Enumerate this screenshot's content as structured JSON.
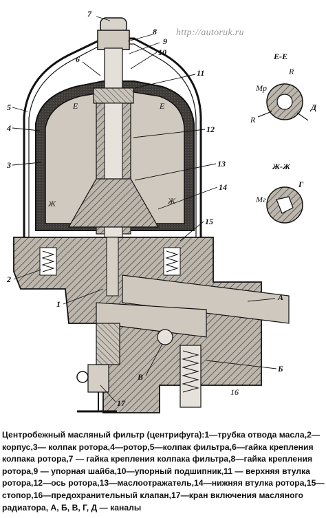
{
  "watermark": "http://autoruk.ru",
  "caption": "Центробежный масляный фильтр (центрифуга):1—трубка отвода масла,2— корпус,3— колпак ротора,4—ротор,5—колпак фильтра,6—гайка крепления колпака ротора,7 — гайка крепления колпака фильтра,8—гайка крепления ротора,9 — упорная шайба,10—упорный подшипник,11 — верхняя втулка ротора,12—ось ротора,13—маслоотражатель,14—нижняя втулка ротора,15—стопор,16—предохранительный клапан,17—кран включения масляного радиатора, А, Б, В, Г, Д — каналы",
  "numbers": [
    "1",
    "2",
    "3",
    "4",
    "5",
    "6",
    "7",
    "8",
    "9",
    "10",
    "11",
    "12",
    "13",
    "14",
    "15",
    "16",
    "17"
  ],
  "channel_labels": {
    "a": "А",
    "b": "Б",
    "v": "В",
    "g": "Г",
    "d": "Д"
  },
  "section_labels": {
    "ee": "Е-Е",
    "zhzh": "Ж-Ж",
    "e": "Е",
    "zh": "Ж"
  },
  "section_marks": {
    "mr": "Мр",
    "r": "R",
    "mg": "Мг"
  },
  "colors": {
    "body_cut": "#b7b0a6",
    "hatch": "#3a3a3a",
    "rotor_fill": "#3d3a37",
    "ink": "#111111"
  }
}
